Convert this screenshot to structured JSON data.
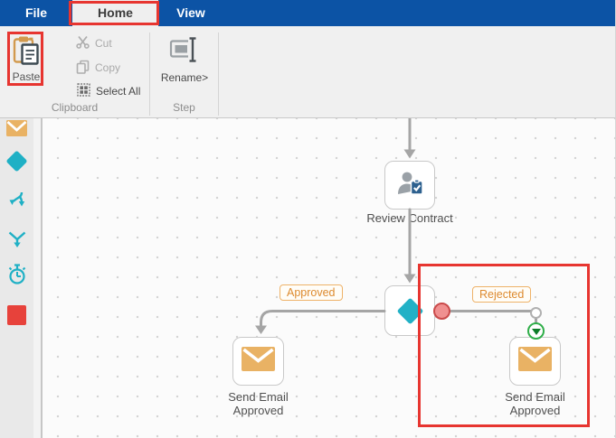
{
  "menubar": {
    "tabs": [
      {
        "label": "File"
      },
      {
        "label": "Home",
        "active": true,
        "annotated": true
      },
      {
        "label": "View"
      }
    ]
  },
  "ribbon": {
    "clipboard_group": {
      "label": "Clipboard",
      "paste": "Paste",
      "cut": "Cut",
      "copy": "Copy",
      "select_all": "Select All",
      "cut_disabled": true,
      "copy_disabled": true,
      "paste_annotated": true
    },
    "step_group": {
      "label": "Step",
      "rename": "Rename>"
    }
  },
  "sidebar": {
    "tools": [
      {
        "name": "email-step-tool",
        "icon": "envelope-icon",
        "color": "#e9b264"
      },
      {
        "name": "decision-step-tool",
        "icon": "diamond-icon",
        "color": "#1fb0c5"
      },
      {
        "name": "split-step-tool",
        "icon": "split-arrows-icon",
        "color": "#1fb0c5"
      },
      {
        "name": "merge-step-tool",
        "icon": "merge-arrows-icon",
        "color": "#1fb0c5"
      },
      {
        "name": "timer-step-tool",
        "icon": "stopwatch-icon",
        "color": "#1fb0c5"
      },
      {
        "name": "end-step-tool",
        "icon": "end-square-icon",
        "color": "#e7423b"
      }
    ]
  },
  "canvas": {
    "nodes": {
      "review": {
        "label": "Review Contract",
        "icon": "user-task-icon"
      },
      "decision": {
        "icon": "decision-diamond-icon"
      },
      "email_left": {
        "label": "Send Email Approved",
        "icon": "envelope-icon"
      },
      "email_right": {
        "label": "Send Email Approved",
        "icon": "envelope-icon",
        "annotated": true
      }
    },
    "branch_labels": {
      "approved": "Approved",
      "rejected": "Rejected"
    },
    "connectors": {
      "outcome_red_handle": "#f09090",
      "corner_white_handle": "#ffffff",
      "target_green_handle": "#2fae49"
    }
  },
  "colors": {
    "titlebar_blue": "#0c53a5",
    "ribbon_bg": "#f0f0f0",
    "accent_teal": "#22b1c6",
    "accent_orange": "#e9b264",
    "annotation_red": "#e73530",
    "end_red": "#e7423b",
    "connector_gray": "#a5a5a5",
    "badge_blue": "#2e618f"
  }
}
